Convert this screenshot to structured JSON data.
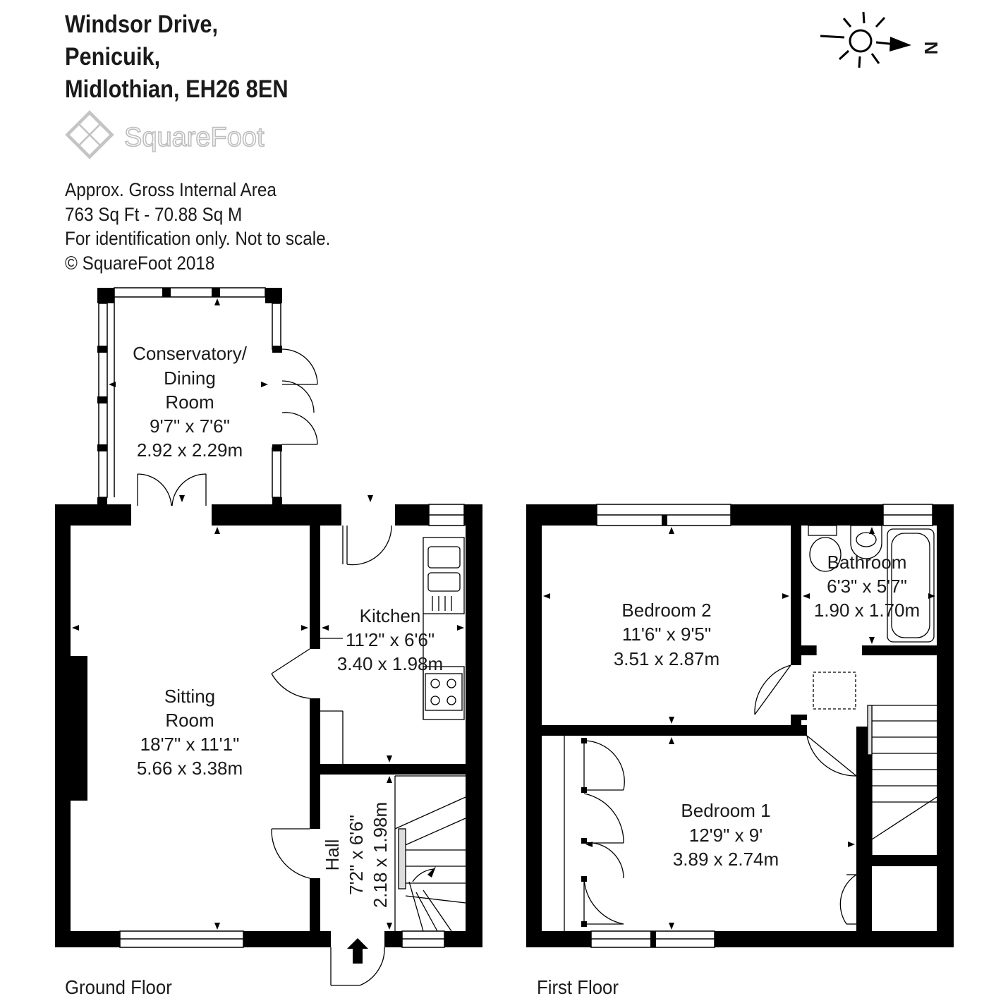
{
  "address": {
    "line1": "Windsor Drive,",
    "line2": "Penicuik,",
    "line3": "Midlothian, EH26 8EN"
  },
  "brand": {
    "name": "SquareFoot"
  },
  "area": {
    "heading": "Approx. Gross Internal Area",
    "value": "763 Sq Ft  -  70.88 Sq M",
    "disclaimer": "For identification only. Not to scale.",
    "copyright": "© SquareFoot 2018"
  },
  "compass": {
    "letter": "N"
  },
  "floors": {
    "ground": "Ground Floor",
    "first": "First Floor"
  },
  "rooms": {
    "conservatory": {
      "name1": "Conservatory/",
      "name2": "Dining",
      "name3": "Room",
      "imperial": "9'7\" x 7'6\"",
      "metric": "2.92 x 2.29m"
    },
    "sitting": {
      "name1": "Sitting",
      "name2": "Room",
      "imperial": "18'7\" x 11'1\"",
      "metric": "5.66 x 3.38m"
    },
    "kitchen": {
      "name": "Kitchen",
      "imperial": "11'2\" x 6'6\"",
      "metric": "3.40 x 1.98m"
    },
    "hall": {
      "name": "Hall",
      "imperial": "7'2\" x 6'6\"",
      "metric": "2.18 x 1.98m"
    },
    "bedroom2": {
      "name": "Bedroom 2",
      "imperial": "11'6\" x 9'5\"",
      "metric": "3.51 x 2.87m"
    },
    "bathroom": {
      "name": "Bathroom",
      "imperial": "6'3\" x 5'7\"",
      "metric": "1.90 x 1.70m"
    },
    "bedroom1": {
      "name": "Bedroom 1",
      "imperial": "12'9\" x 9'",
      "metric": "3.89 x 2.74m"
    }
  },
  "colors": {
    "wall": "#000000",
    "fixture": "#9a9a9a",
    "logo": "#c8c8c8"
  }
}
